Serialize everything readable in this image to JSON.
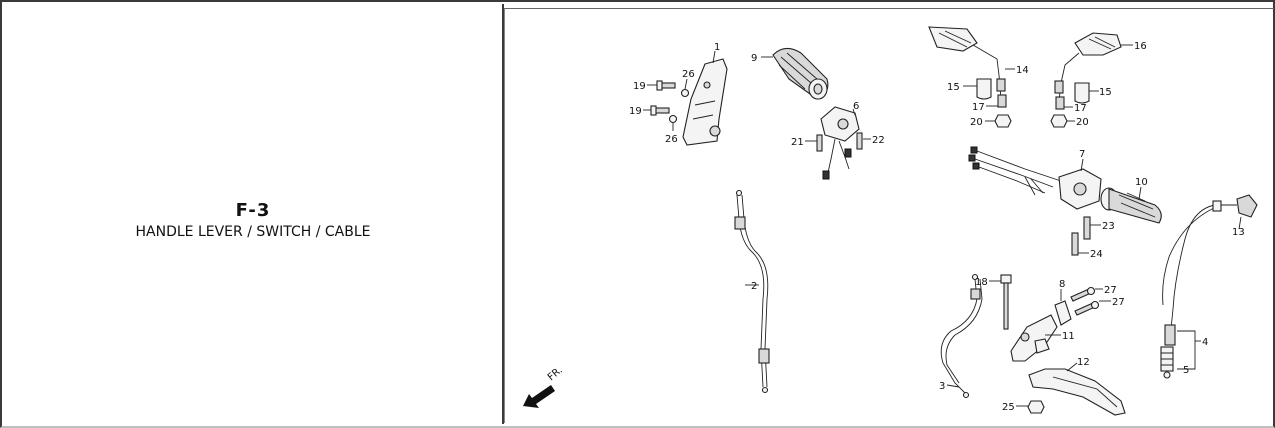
{
  "section": {
    "code": "F-3",
    "title": "HANDLE LEVER / SWITCH / CABLE"
  },
  "diagram": {
    "direction_label": "FR.",
    "callouts": {
      "c1": "1",
      "c2": "2",
      "c3": "3",
      "c4": "4",
      "c5": "5",
      "c6": "6",
      "c7": "7",
      "c8": "8",
      "c9": "9",
      "c10": "10",
      "c11": "11",
      "c12": "12",
      "c13": "13",
      "c14": "14",
      "c15a": "15",
      "c15b": "15",
      "c16": "16",
      "c17a": "17",
      "c17b": "17",
      "c18": "18",
      "c19a": "19",
      "c19b": "19",
      "c20a": "20",
      "c20b": "20",
      "c21": "21",
      "c22": "22",
      "c23": "23",
      "c24": "24",
      "c25": "25",
      "c26a": "26",
      "c26b": "26",
      "c27a": "27",
      "c27b": "27"
    }
  }
}
